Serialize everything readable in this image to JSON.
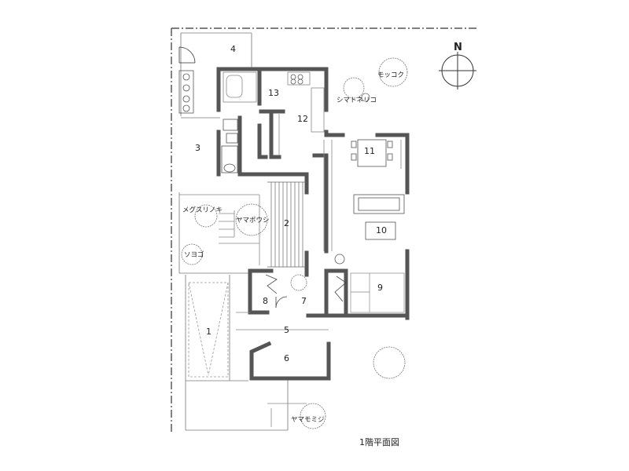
{
  "title": "1階平面図",
  "compass": {
    "label": "N"
  },
  "rooms": [
    {
      "id": "1",
      "label": "1"
    },
    {
      "id": "2",
      "label": "2"
    },
    {
      "id": "3",
      "label": "3"
    },
    {
      "id": "4",
      "label": "4"
    },
    {
      "id": "5",
      "label": "5"
    },
    {
      "id": "6",
      "label": "6"
    },
    {
      "id": "7",
      "label": "7"
    },
    {
      "id": "8",
      "label": "8"
    },
    {
      "id": "9",
      "label": "9"
    },
    {
      "id": "10",
      "label": "10"
    },
    {
      "id": "11",
      "label": "11"
    },
    {
      "id": "12",
      "label": "12"
    },
    {
      "id": "13",
      "label": "13"
    }
  ],
  "trees": [
    {
      "id": "mokkoku",
      "label": "モッコク"
    },
    {
      "id": "shimatoneriko",
      "label": "シマトネリコ"
    },
    {
      "id": "megusurinoki",
      "label": "メグスリノキ"
    },
    {
      "id": "yamaboushi",
      "label": "ヤマボウシ"
    },
    {
      "id": "soyogo",
      "label": "ソヨゴ"
    },
    {
      "id": "yamamomiji",
      "label": "ヤマモミジ"
    }
  ]
}
